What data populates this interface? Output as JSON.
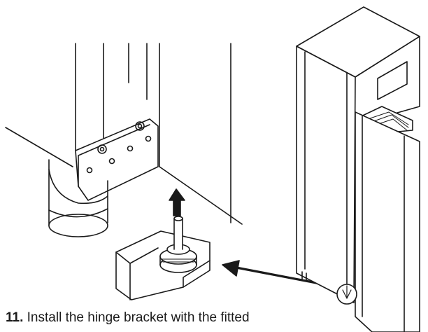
{
  "instruction": {
    "step_number": "11.",
    "text": "Install the hinge bracket with the fitted"
  },
  "illustration": {
    "icons": [
      "cabinet-detail",
      "hinge-bracket",
      "upward-arrow",
      "pointer-arrow",
      "refrigerator-overview"
    ],
    "line_color": "#1a1a1a"
  }
}
